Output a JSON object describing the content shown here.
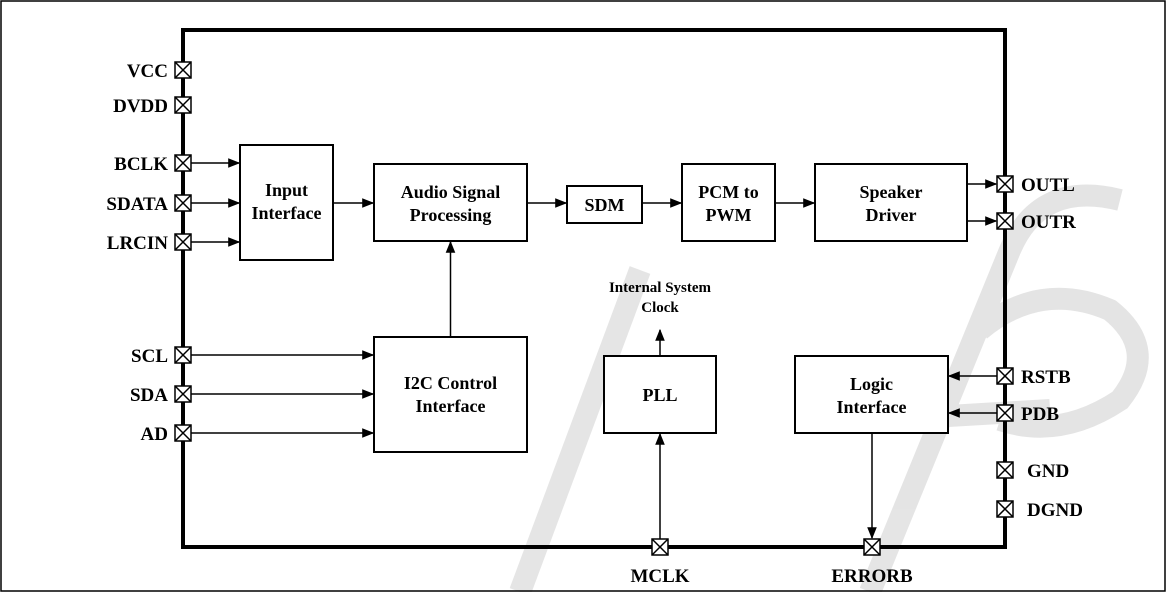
{
  "pins_left": {
    "vcc": "VCC",
    "dvdd": "DVDD",
    "bclk": "BCLK",
    "sdata": "SDATA",
    "lrcin": "LRCIN",
    "scl": "SCL",
    "sda": "SDA",
    "ad": "AD"
  },
  "pins_right": {
    "outl": "OUTL",
    "outr": "OUTR",
    "rstb": "RSTB",
    "pdb": "PDB",
    "gnd": "GND",
    "dgnd": "DGND"
  },
  "pins_bottom": {
    "mclk": "MCLK",
    "errorb": "ERRORB"
  },
  "blocks": {
    "input_interface": [
      "Input",
      "Interface"
    ],
    "audio_signal_processing": [
      "Audio Signal",
      "Processing"
    ],
    "sdm": [
      "SDM"
    ],
    "pcm_to_pwm": [
      "PCM to",
      "PWM"
    ],
    "speaker_driver": [
      "Speaker",
      "Driver"
    ],
    "i2c_control_interface": [
      "I2C Control",
      "Interface"
    ],
    "pll": [
      "PLL"
    ],
    "logic_interface": [
      "Logic",
      "Interface"
    ]
  },
  "annotations": {
    "internal_clock": [
      "Internal System",
      "Clock"
    ]
  },
  "colors": {
    "line": "#000000",
    "background": "#ffffff",
    "watermark": "#d0d0d0"
  }
}
